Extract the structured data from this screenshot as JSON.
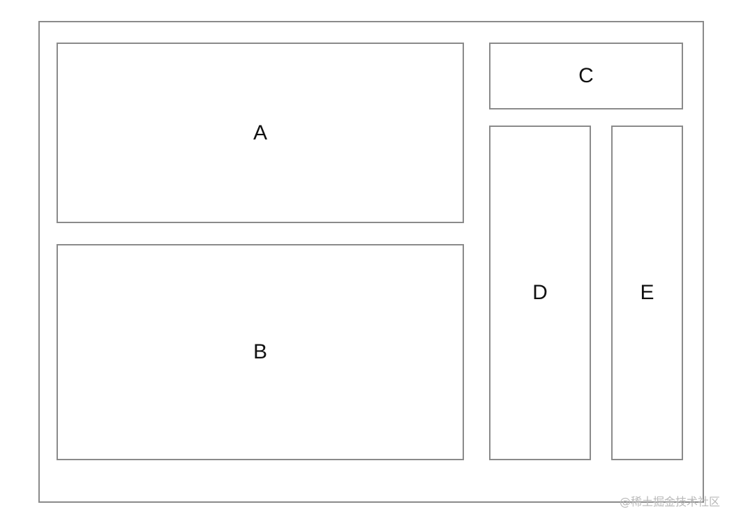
{
  "diagram": {
    "boxes": {
      "a": {
        "label": "A"
      },
      "b": {
        "label": "B"
      },
      "c": {
        "label": "C"
      },
      "d": {
        "label": "D"
      },
      "e": {
        "label": "E"
      }
    }
  },
  "watermark": {
    "text": "@稀土掘金技术社区"
  },
  "colors": {
    "border": "#8a8a8a",
    "text": "#111111",
    "background": "#ffffff",
    "watermark": "#b9b9b9"
  }
}
